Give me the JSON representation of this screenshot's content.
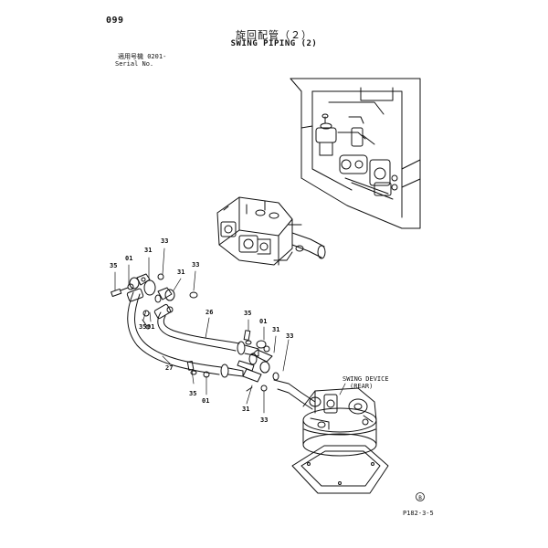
{
  "header": {
    "page_number": "099",
    "title_jp": "旋回配管（２）",
    "title_en": "SWING PIPING (2)",
    "serial_label_jp": "適用号機",
    "serial_value": "0201-",
    "serial_label_en": "Serial No."
  },
  "annotations": {
    "swing_device_line1": "SWING DEVICE",
    "swing_device_line2": "(REAR)",
    "sheet_id": "P182-3-5",
    "corner_mark": "B"
  },
  "callouts": [
    {
      "id": "c1",
      "text": "35"
    },
    {
      "id": "c2",
      "text": "01"
    },
    {
      "id": "c3",
      "text": "31"
    },
    {
      "id": "c4",
      "text": "33"
    },
    {
      "id": "c5",
      "text": "31"
    },
    {
      "id": "c6",
      "text": "33"
    },
    {
      "id": "c7",
      "text": "35"
    },
    {
      "id": "c8",
      "text": "01"
    },
    {
      "id": "c9",
      "text": "26"
    },
    {
      "id": "c10",
      "text": "27"
    },
    {
      "id": "c11",
      "text": "35"
    },
    {
      "id": "c12",
      "text": "01"
    },
    {
      "id": "c13",
      "text": "31"
    },
    {
      "id": "c14",
      "text": "33"
    },
    {
      "id": "c15",
      "text": "35"
    },
    {
      "id": "c16",
      "text": "01"
    },
    {
      "id": "c17",
      "text": "31"
    },
    {
      "id": "c18",
      "text": "33"
    }
  ]
}
